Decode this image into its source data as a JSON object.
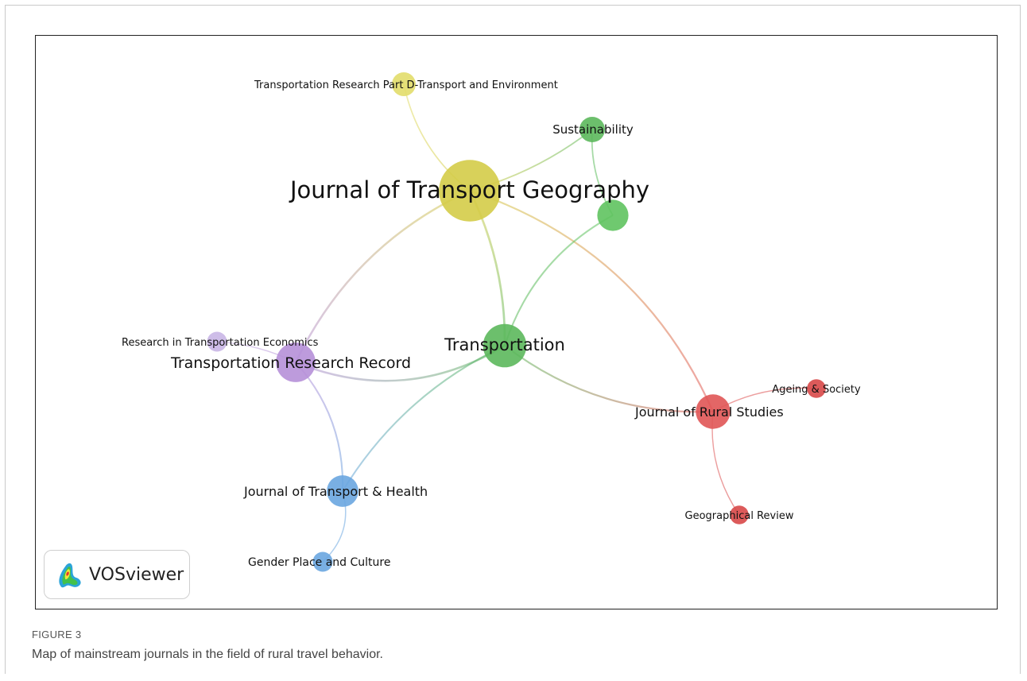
{
  "figure": {
    "label": "FIGURE 3",
    "caption": "Map of mainstream journals in the field of rural travel behavior."
  },
  "logo": {
    "text": "VOSviewer"
  },
  "network": {
    "nodes": [
      {
        "id": "jtg",
        "label": "Journal of Transport Geography",
        "color": "#d4cc48",
        "weight": 10
      },
      {
        "id": "trd",
        "label": "Transportation Research Part D-Transport and Environment",
        "color": "#e2dd6a",
        "weight": 1
      },
      {
        "id": "sus",
        "label": "Sustainability",
        "color": "#5cb85c",
        "weight": 1.2
      },
      {
        "id": "g2",
        "label": "",
        "color": "#5fc35f",
        "weight": 2
      },
      {
        "id": "tra",
        "label": "Transportation",
        "color": "#5cb85c",
        "weight": 4.5
      },
      {
        "id": "rte",
        "label": "Research in Transportation Economics",
        "color": "#c9b6e6",
        "weight": 0.6
      },
      {
        "id": "trr",
        "label": "Transportation Research Record",
        "color": "#b690d8",
        "weight": 3.6
      },
      {
        "id": "jrs",
        "label": "Journal of Rural Studies",
        "color": "#e05555",
        "weight": 2.6
      },
      {
        "id": "aas",
        "label": "Ageing & Society",
        "color": "#d84848",
        "weight": 0.5
      },
      {
        "id": "gr",
        "label": "Geographical Review",
        "color": "#d84848",
        "weight": 0.5
      },
      {
        "id": "jth",
        "label": "Journal of Transport & Health",
        "color": "#6aa6e0",
        "weight": 2.1
      },
      {
        "id": "gpc",
        "label": "Gender Place and Culture",
        "color": "#6aa6e0",
        "weight": 0.6
      }
    ],
    "links": [
      {
        "source": "jtg",
        "target": "trd"
      },
      {
        "source": "jtg",
        "target": "sus"
      },
      {
        "source": "jtg",
        "target": "tra"
      },
      {
        "source": "jtg",
        "target": "jrs"
      },
      {
        "source": "jtg",
        "target": "trr"
      },
      {
        "source": "sus",
        "target": "g2"
      },
      {
        "source": "tra",
        "target": "g2"
      },
      {
        "source": "tra",
        "target": "jrs"
      },
      {
        "source": "tra",
        "target": "trr"
      },
      {
        "source": "tra",
        "target": "jth"
      },
      {
        "source": "trr",
        "target": "jth"
      },
      {
        "source": "trr",
        "target": "rte"
      },
      {
        "source": "jth",
        "target": "gpc"
      },
      {
        "source": "jrs",
        "target": "aas"
      },
      {
        "source": "jrs",
        "target": "gr"
      }
    ]
  }
}
